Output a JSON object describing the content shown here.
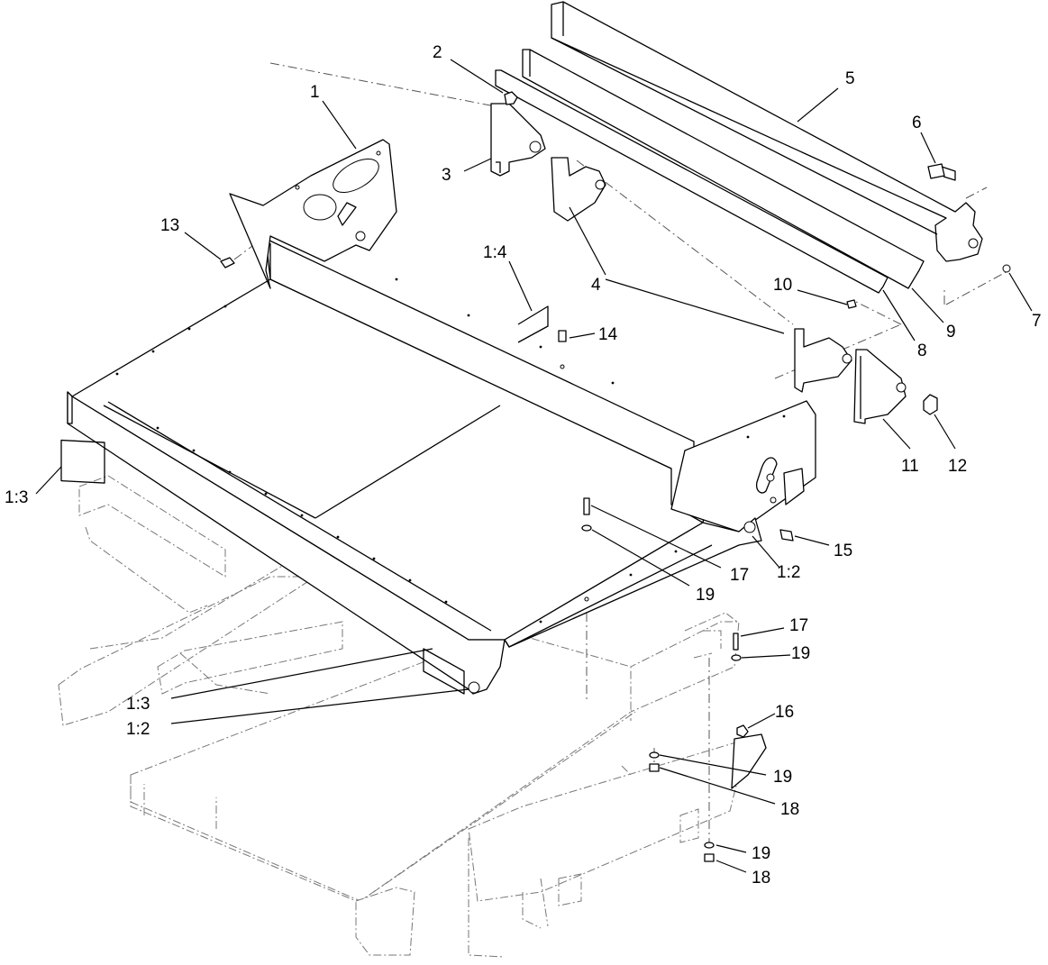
{
  "callouts": {
    "c1": "1",
    "c2": "2",
    "c3": "3",
    "c4": "4",
    "c5": "5",
    "c6": "6",
    "c7": "7",
    "c8": "8",
    "c9": "9",
    "c10": "10",
    "c11": "11",
    "c12": "12",
    "c13": "13",
    "c14": "14",
    "c15": "15",
    "c16": "16",
    "c17a": "17",
    "c17b": "17",
    "c18a": "18",
    "c18b": "18",
    "c19a": "19",
    "c19b": "19",
    "c19c": "19",
    "c19d": "19",
    "c1_2a": "1:2",
    "c1_2b": "1:2",
    "c1_3a": "1:3",
    "c1_3b": "1:3",
    "c1_4": "1:4"
  },
  "colors": {
    "line": "#000000",
    "phantom": "#777777",
    "background": "#ffffff"
  }
}
